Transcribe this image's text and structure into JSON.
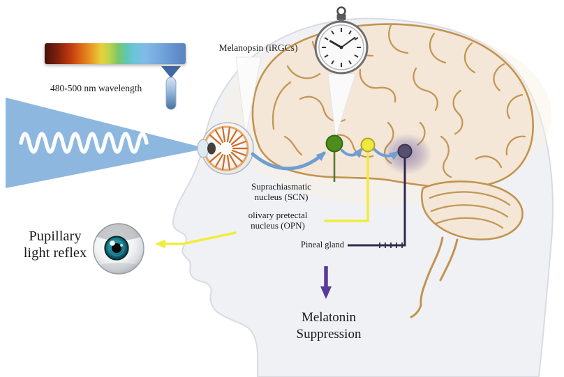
{
  "labels": {
    "melanopsin": "Melanopsin (iRGCs)",
    "wavelength": "480-500 nm wavelength",
    "scn": [
      "Suprachiasmatic",
      "nucleus (SCN)"
    ],
    "opn": [
      "olivary pretectal",
      "nucleus (OPN)"
    ],
    "pineal": "Pineal gland",
    "pupillary": [
      "Pupillary",
      "light reflex"
    ],
    "melatonin": [
      "Melatonin",
      "Suppression"
    ]
  },
  "nodes": [
    {
      "name": "scn-node",
      "color": "#4e8d1d"
    },
    {
      "name": "opn-node",
      "color": "#eee93e"
    },
    {
      "name": "pineal-node",
      "color": "#56506d"
    }
  ],
  "colors": {
    "beam_blue": "#87b3dd",
    "arrow_blue": "#6f9ed1",
    "opn_yellow": "#f2ec3c",
    "scn_line_green": "#5a7a2e",
    "pineal_line": "#2e2a4c",
    "melatonin_arrow": "#5a3a98",
    "brain_fill": "#f4e7d8",
    "brain_outline": "#c2934f",
    "head_fill": "#f0f1f4",
    "iris_teal": "#1d8396"
  },
  "icons": [
    "spectrum-bar",
    "wavelength-marker-icon",
    "light-beam",
    "sine-wave-icon",
    "eye-anatomy-icon",
    "clock-icon",
    "brain",
    "head-silhouette",
    "eye-photo-icon"
  ]
}
